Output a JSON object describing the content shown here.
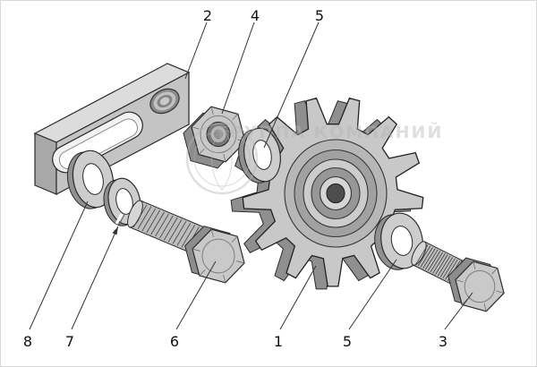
{
  "figure": {
    "kind": "exploded-assembly-diagram"
  },
  "watermark": {
    "text": "ГРУППА КОМПАНИЙ"
  },
  "colors": {
    "metal_light": "#c9c9c9",
    "metal_mid": "#a8a8a8",
    "metal_dark": "#8d8d8d",
    "outline": "#2b2b2b",
    "watermark": "#b5b5b5"
  },
  "callouts": [
    {
      "n": "2",
      "part": "clamp-plate",
      "position": "top"
    },
    {
      "n": "4",
      "part": "hex-nut",
      "position": "top"
    },
    {
      "n": "5",
      "part": "washer-front",
      "position": "top"
    },
    {
      "n": "8",
      "part": "flat-washer",
      "position": "bottom"
    },
    {
      "n": "7",
      "part": "spring-lock-washer",
      "position": "bottom"
    },
    {
      "n": "6",
      "part": "hex-bolt-left",
      "position": "bottom"
    },
    {
      "n": "1",
      "part": "sprocket-with-bearing",
      "position": "bottom"
    },
    {
      "n": "5",
      "part": "washer-right",
      "position": "bottom"
    },
    {
      "n": "3",
      "part": "hex-bolt-right",
      "position": "bottom"
    }
  ]
}
